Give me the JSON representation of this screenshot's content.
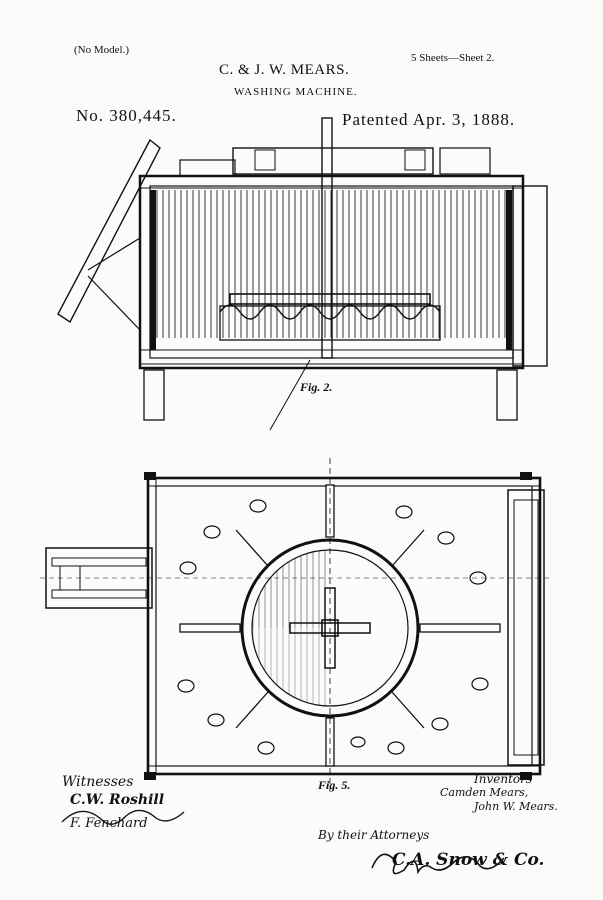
{
  "header": {
    "no_model": "(No Model.)",
    "inventors_title": "C. & J. W. MEARS.",
    "sheets": "5 Sheets—Sheet 2.",
    "invention": "WASHING MACHINE.",
    "patent_number": "No. 380,445.",
    "patented": "Patented Apr. 3, 1888."
  },
  "figures": {
    "fig2_label": "Fig. 2.",
    "fig5_label": "Fig. 5."
  },
  "footer": {
    "witnesses_label": "Witnesses",
    "witness_1": "C.W. Roshill",
    "witness_2": "F. Fenchard",
    "inventors_label": "Inventors",
    "inventor_1": "Camden Mears,",
    "inventor_2": "John W. Mears.",
    "by_attorneys": "By their Attorneys",
    "attorney_signature": "C.A. Snow & Co."
  },
  "colors": {
    "ink": "#111111",
    "paper": "#fbfbf9"
  }
}
